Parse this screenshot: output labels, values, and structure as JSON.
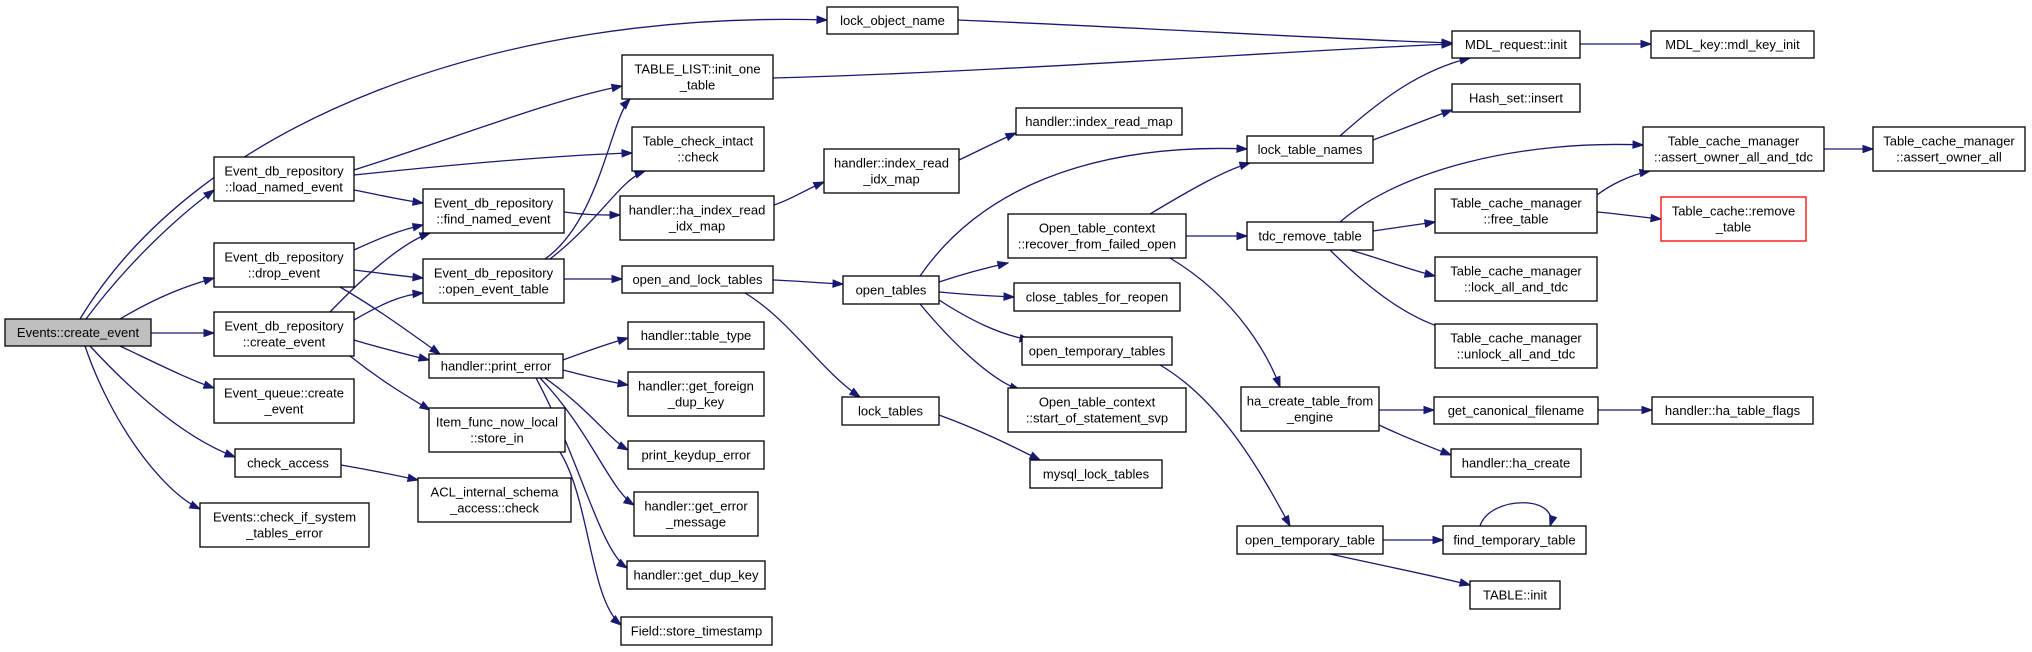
{
  "graph": {
    "type": "call-graph",
    "colors": {
      "edge": "#191970",
      "root_fill": "#bfbfbf",
      "highlight_border": "#ff0000"
    },
    "nodes": [
      {
        "id": "n0",
        "lines": [
          "Events::create_event"
        ],
        "root": true
      },
      {
        "id": "n1",
        "lines": [
          "lock_object_name"
        ]
      },
      {
        "id": "n2",
        "lines": [
          "MDL_request::init"
        ]
      },
      {
        "id": "n3",
        "lines": [
          "MDL_key::mdl_key_init"
        ]
      },
      {
        "id": "n4",
        "lines": [
          "Event_db_repository",
          "::load_named_event"
        ]
      },
      {
        "id": "n5",
        "lines": [
          "TABLE_LIST::init_one",
          "_table"
        ]
      },
      {
        "id": "n6",
        "lines": [
          "Table_check_intact",
          "::check"
        ]
      },
      {
        "id": "n7",
        "lines": [
          "Event_db_repository",
          "::find_named_event"
        ]
      },
      {
        "id": "n8",
        "lines": [
          "Event_db_repository",
          "::drop_event"
        ]
      },
      {
        "id": "n9",
        "lines": [
          "Event_db_repository",
          "::open_event_table"
        ]
      },
      {
        "id": "n10",
        "lines": [
          "Event_db_repository",
          "::create_event"
        ]
      },
      {
        "id": "n11",
        "lines": [
          "handler::print_error"
        ]
      },
      {
        "id": "n12",
        "lines": [
          "Event_queue::create",
          "_event"
        ]
      },
      {
        "id": "n13",
        "lines": [
          "Item_func_now_local",
          "::store_in"
        ]
      },
      {
        "id": "n14",
        "lines": [
          "check_access"
        ]
      },
      {
        "id": "n15",
        "lines": [
          "ACL_internal_schema",
          "_access::check"
        ]
      },
      {
        "id": "n16",
        "lines": [
          "Events::check_if_system",
          "_tables_error"
        ]
      },
      {
        "id": "n17",
        "lines": [
          "handler::ha_index_read",
          "_idx_map"
        ]
      },
      {
        "id": "n18",
        "lines": [
          "handler::index_read",
          "_idx_map"
        ]
      },
      {
        "id": "n19",
        "lines": [
          "handler::index_read_map"
        ]
      },
      {
        "id": "n20",
        "lines": [
          "open_and_lock_tables"
        ]
      },
      {
        "id": "n21",
        "lines": [
          "open_tables"
        ]
      },
      {
        "id": "n22",
        "lines": [
          "lock_tables"
        ]
      },
      {
        "id": "n23",
        "lines": [
          "mysql_lock_tables"
        ]
      },
      {
        "id": "n24",
        "lines": [
          "handler::table_type"
        ]
      },
      {
        "id": "n25",
        "lines": [
          "handler::get_foreign",
          "_dup_key"
        ]
      },
      {
        "id": "n26",
        "lines": [
          "print_keydup_error"
        ]
      },
      {
        "id": "n27",
        "lines": [
          "handler::get_error",
          "_message"
        ]
      },
      {
        "id": "n28",
        "lines": [
          "handler::get_dup_key"
        ]
      },
      {
        "id": "n29",
        "lines": [
          "Field::store_timestamp"
        ]
      },
      {
        "id": "n30",
        "lines": [
          "Open_table_context",
          "::recover_from_failed_open"
        ]
      },
      {
        "id": "n31",
        "lines": [
          "close_tables_for_reopen"
        ]
      },
      {
        "id": "n32",
        "lines": [
          "open_temporary_tables"
        ]
      },
      {
        "id": "n33",
        "lines": [
          "Open_table_context",
          "::start_of_statement_svp"
        ]
      },
      {
        "id": "n34",
        "lines": [
          "lock_table_names"
        ]
      },
      {
        "id": "n35",
        "lines": [
          "Hash_set::insert"
        ]
      },
      {
        "id": "n36",
        "lines": [
          "tdc_remove_table"
        ]
      },
      {
        "id": "n37",
        "lines": [
          "ha_create_table_from",
          "_engine"
        ]
      },
      {
        "id": "n38",
        "lines": [
          "open_temporary_table"
        ]
      },
      {
        "id": "n39",
        "lines": [
          "Table_cache_manager",
          "::assert_owner_all_and_tdc"
        ]
      },
      {
        "id": "n40",
        "lines": [
          "Table_cache_manager",
          "::assert_owner_all"
        ]
      },
      {
        "id": "n41",
        "lines": [
          "Table_cache_manager",
          "::free_table"
        ]
      },
      {
        "id": "n42",
        "lines": [
          "Table_cache::remove",
          "_table"
        ],
        "highlight": true
      },
      {
        "id": "n43",
        "lines": [
          "Table_cache_manager",
          "::lock_all_and_tdc"
        ]
      },
      {
        "id": "n44",
        "lines": [
          "Table_cache_manager",
          "::unlock_all_and_tdc"
        ]
      },
      {
        "id": "n45",
        "lines": [
          "get_canonical_filename"
        ]
      },
      {
        "id": "n46",
        "lines": [
          "handler::ha_table_flags"
        ]
      },
      {
        "id": "n47",
        "lines": [
          "handler::ha_create"
        ]
      },
      {
        "id": "n48",
        "lines": [
          "find_temporary_table"
        ]
      },
      {
        "id": "n49",
        "lines": [
          "TABLE::init"
        ]
      }
    ]
  }
}
